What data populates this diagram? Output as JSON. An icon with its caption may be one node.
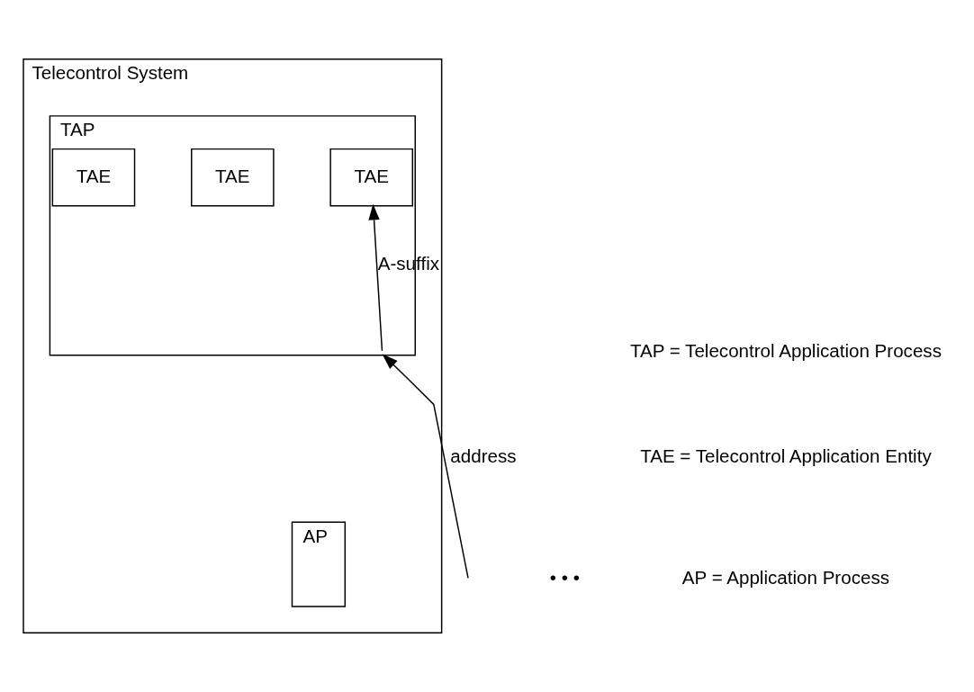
{
  "diagram": {
    "nodes": [
      {
        "text": [
          "Telecontrol System"
        ]
      },
      {
        "text": [
          "TAP"
        ],
        "in": 0
      },
      {
        "text": [
          "TAE"
        ],
        "in": 1
      },
      {
        "text": [
          "TAE"
        ],
        "in": 1
      },
      {
        "text": [
          "TAE"
        ],
        "in": 1
      },
      {
        "text": [
          "AP"
        ],
        "in": 0
      }
    ],
    "edges": [
      {
        "from": null,
        "to": 1,
        "arrow": "to",
        "label": "address"
      },
      {
        "from": 1,
        "to": 4,
        "arrow": "to",
        "label": "A-suffix"
      }
    ],
    "labels": [
      "• • •",
      "TAP = Telecontrol Application Process",
      "TAE = Telecontrol Application Entity",
      "AP = Application Process"
    ]
  }
}
